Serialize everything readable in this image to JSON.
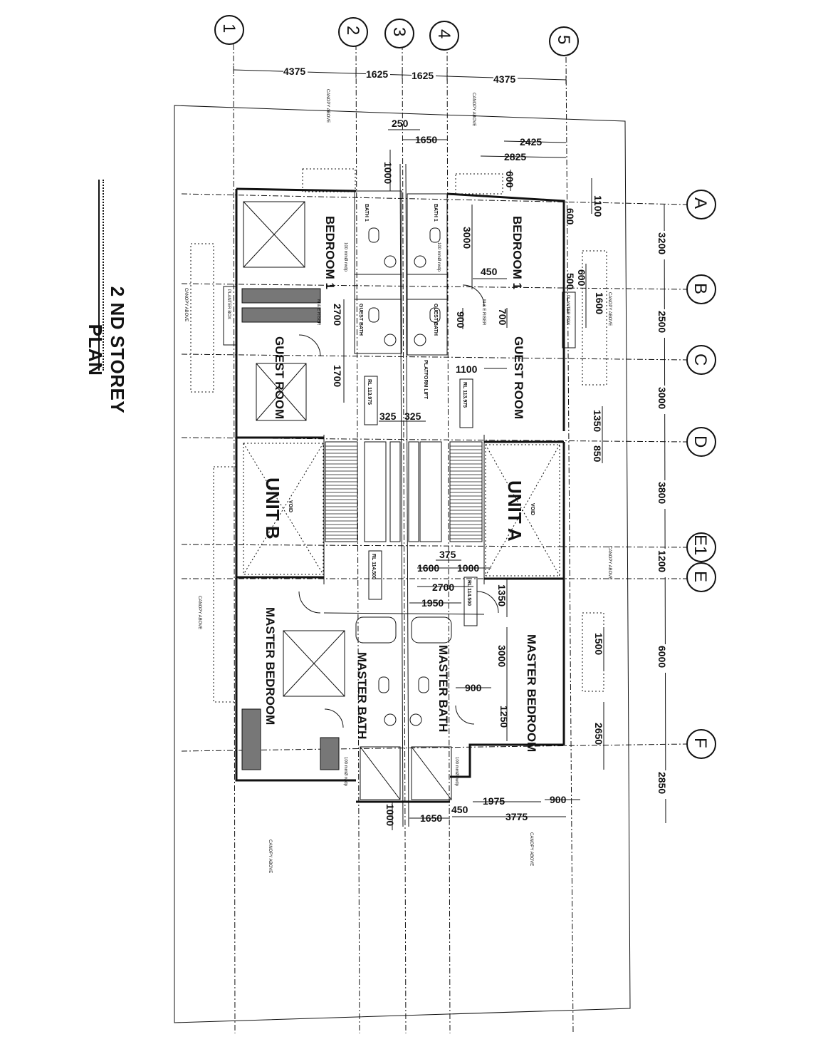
{
  "title": "2 ND STOREY PLAN",
  "grid_columns": [
    "1",
    "2",
    "3",
    "4",
    "5"
  ],
  "grid_rows": [
    "A",
    "B",
    "C",
    "D",
    "E1",
    "E",
    "F"
  ],
  "top_dims": [
    "4375",
    "1625",
    "1625",
    "4375"
  ],
  "right_dims": [
    "3200",
    "2500",
    "3000",
    "3800",
    "1200",
    "6000",
    "2850"
  ],
  "rooms": {
    "bedroom_b": "BEDROOM 1",
    "bedroom_a": "BEDROOM 1",
    "guest_room_b": "GUEST ROOM",
    "guest_room_a": "GUEST ROOM",
    "unit_b": "UNIT B",
    "unit_a": "UNIT A",
    "void_b": "VOID",
    "void_a": "VOID",
    "master_bedroom_b": "MASTER BEDROOM",
    "master_bedroom_a": "MASTER BEDROOM",
    "master_bath_b": "MASTER BATH",
    "master_bath_a": "MASTER BATH",
    "bath1_b": "BATH 1",
    "bath1_a": "BATH 1",
    "guest_bath_b": "GUEST BATH",
    "guest_bath_a": "GUEST BATH",
    "platform_lift": "PLATFORM LIFT",
    "me_riser_b": "M & E RISER",
    "me_riser_a": "M & E RISER",
    "planter_b": "PLANTER BOX",
    "planter_a": "PLANTER BOX"
  },
  "levels": {
    "rl_1": "RL 113.975",
    "rl_2": "RL 113.975",
    "rl_3": "RL 114.500",
    "rl_4": "RL 114.500"
  },
  "notes": {
    "canopy": "CANOPY ABOVE",
    "drain": "100 mmØ rwdp"
  },
  "dims": {
    "d250": "250",
    "d1650_top": "1650",
    "d1000_top": "1000",
    "d2425": "2425",
    "d2825": "2825",
    "d600_top": "600",
    "d1100_top": "1100",
    "d600_r": "600",
    "d3000_a": "3000",
    "d450_a": "450",
    "d500": "500",
    "d600_b": "600",
    "d1600": "1600",
    "d2700": "2700",
    "d1700": "1700",
    "d900_a": "900",
    "d700": "700",
    "d1100_lift": "1100",
    "d325_1": "325",
    "d325_2": "325",
    "d1350_d": "1350",
    "d850": "850",
    "d375": "375",
    "d1600_stair": "1600",
    "d1000_stair": "1000",
    "d2700_b": "2700",
    "d1950": "1950",
    "d1350_e": "1350",
    "d3000_mb": "3000",
    "d900_mb": "900",
    "d1250": "1250",
    "d1500": "1500",
    "d2650": "2650",
    "d1975": "1975",
    "d900_bot": "900",
    "d3775": "3775",
    "d1650_bot": "1650",
    "d450_bot": "450",
    "d1000_bot": "1000"
  }
}
